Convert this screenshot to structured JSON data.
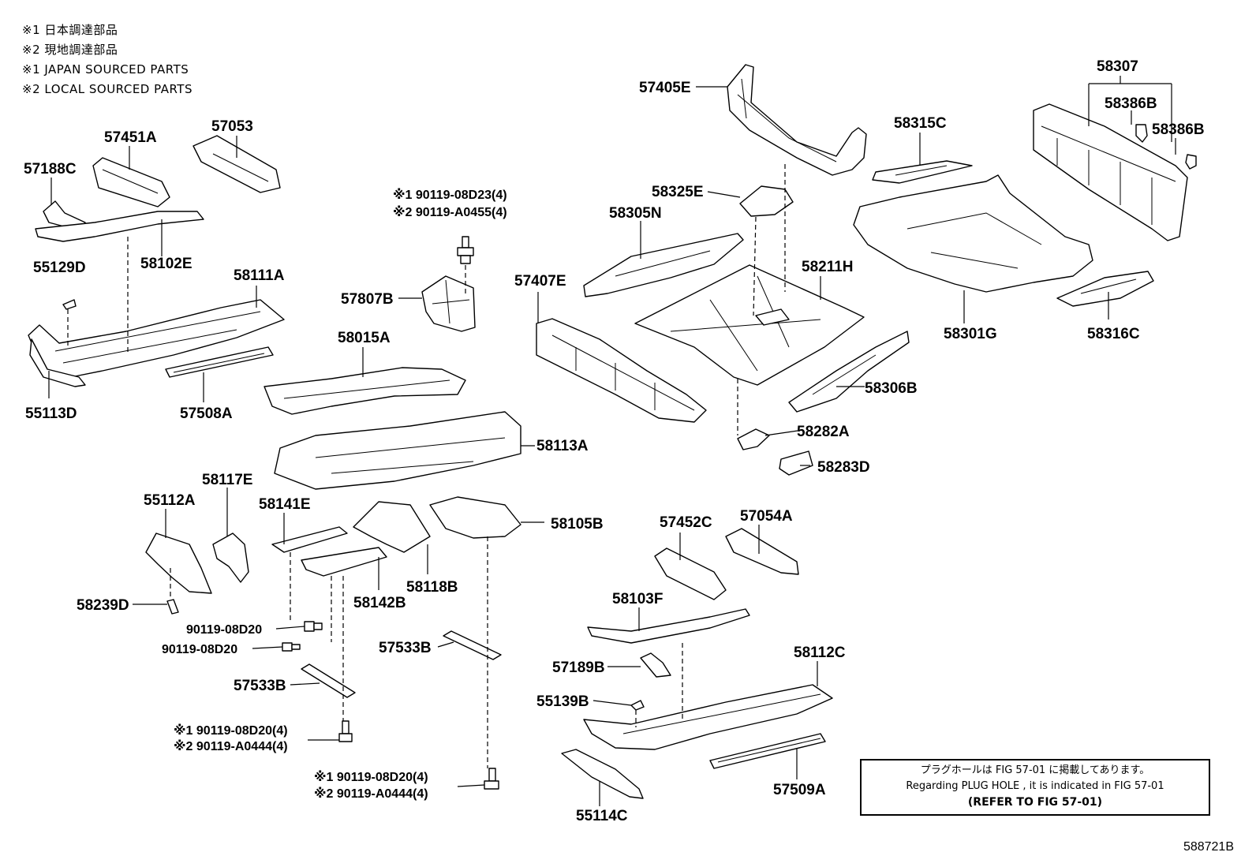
{
  "notes": [
    "※1 日本調達部品",
    "※2 現地調達部品",
    "※1 JAPAN SOURCED PARTS",
    "※2 LOCAL SOURCED PARTS"
  ],
  "reference_box": {
    "line1": "プラグホールは FIG 57-01 に掲載してあります。",
    "line2": "Regarding PLUG HOLE , it is indicated in FIG 57-01",
    "line3": "(REFER TO FIG 57-01)"
  },
  "figure_id": "588721B",
  "labels": {
    "l57405E": "57405E",
    "l58307": "58307",
    "l58386B_1": "58386B",
    "l58386B_2": "58386B",
    "l58315C": "58315C",
    "l58325E": "58325E",
    "l58305N": "58305N",
    "l58211H": "58211H",
    "l57407E": "57407E",
    "l58301G": "58301G",
    "l58316C": "58316C",
    "l58306B": "58306B",
    "l58282A": "58282A",
    "l58283D": "58283D",
    "l57451A": "57451A",
    "l57053": "57053",
    "l57188C": "57188C",
    "l58102E": "58102E",
    "l55129D": "55129D",
    "l58111A": "58111A",
    "l55113D": "55113D",
    "l57508A": "57508A",
    "l90119_08D23": "※1  90119-08D23(4)",
    "l90119_A0455": "※2  90119-A0455(4)",
    "l57807B": "57807B",
    "l58015A": "58015A",
    "l58113A": "58113A",
    "l58117E": "58117E",
    "l55112A": "55112A",
    "l58141E": "58141E",
    "l58105B": "58105B",
    "l58118B": "58118B",
    "l58142B": "58142B",
    "l58239D": "58239D",
    "l90119_08D20_a": "90119-08D20",
    "l90119_08D20_b": "90119-08D20",
    "l57533B_1": "57533B",
    "l57533B_2": "57533B",
    "l90119_08D20_4a": "※1 90119-08D20(4)",
    "l90119_A0444_4a": "※2 90119-A0444(4)",
    "l90119_08D20_4b": "※1  90119-08D20(4)",
    "l90119_A0444_4b": "※2  90119-A0444(4)",
    "l57452C": "57452C",
    "l57054A": "57054A",
    "l58103F": "58103F",
    "l57189B": "57189B",
    "l58112C": "58112C",
    "l55139B": "55139B",
    "l57509A": "57509A",
    "l55114C": "55114C"
  }
}
